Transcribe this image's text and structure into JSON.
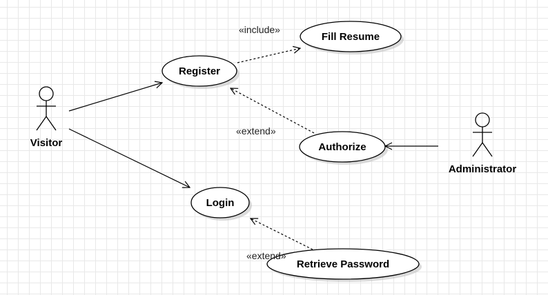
{
  "actors": {
    "visitor": "Visitor",
    "administrator": "Administrator"
  },
  "use_cases": {
    "register": "Register",
    "fill_resume": "Fill Resume",
    "authorize": "Authorize",
    "login": "Login",
    "retrieve_password": "Retrieve Password"
  },
  "stereotypes": {
    "include": "«include»",
    "extend_authorize": "«extend»",
    "extend_retrieve": "«extend»"
  }
}
